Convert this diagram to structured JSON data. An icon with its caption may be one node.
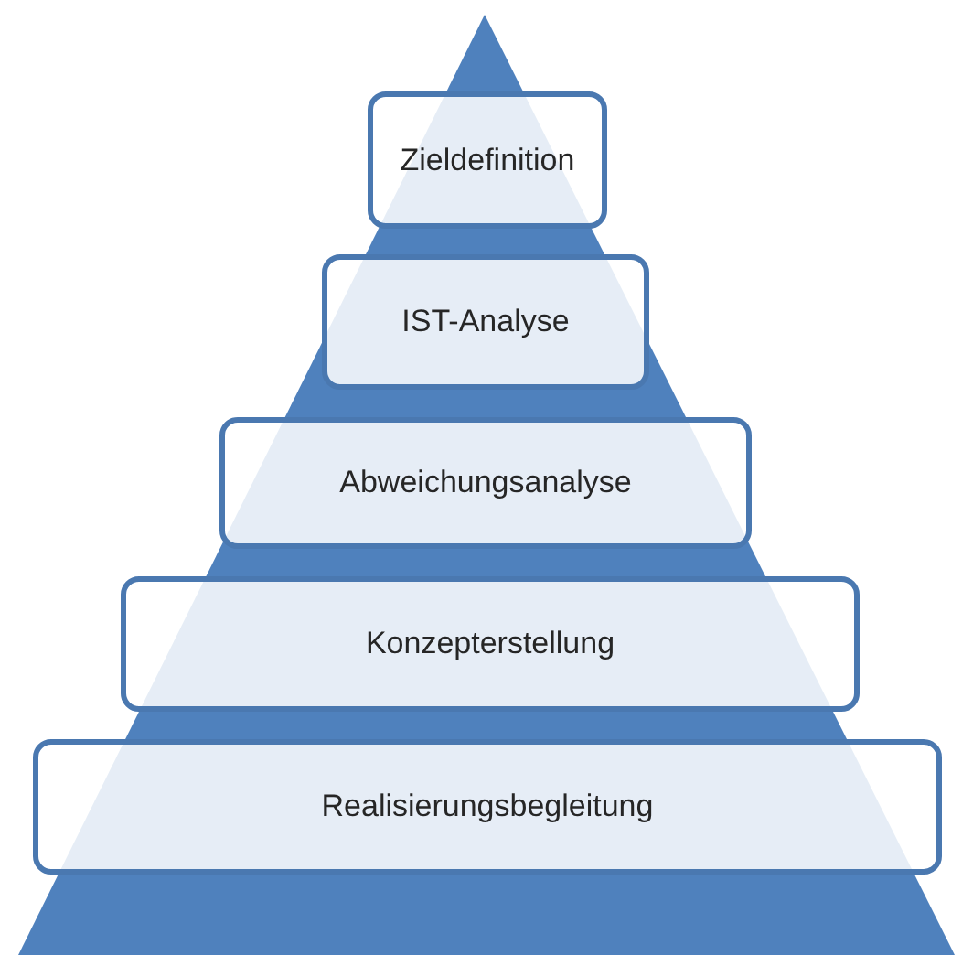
{
  "diagram": {
    "nodes": [
      {
        "text": [
          "Zieldefinition"
        ]
      },
      {
        "text": [
          "IST-Analyse"
        ]
      },
      {
        "text": [
          "Abweichungsanalyse"
        ]
      },
      {
        "text": [
          "Konzepterstellung"
        ]
      },
      {
        "text": [
          "Realisierungsbegleitung"
        ]
      }
    ]
  }
}
